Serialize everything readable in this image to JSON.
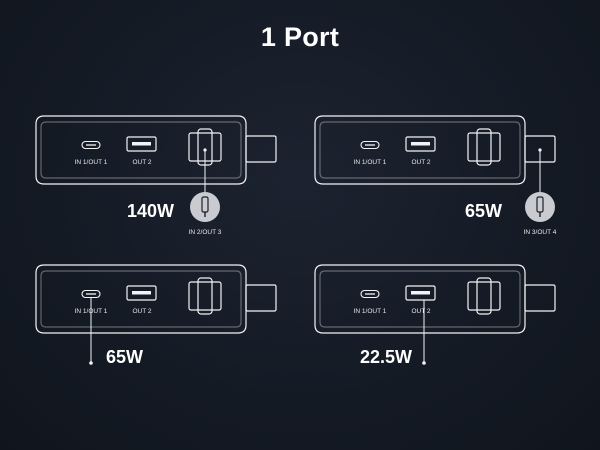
{
  "title": "1 Port",
  "colors": {
    "background": "#141a24",
    "line": "#f2f3f5",
    "badge": "#c9cbd0"
  },
  "devices": [
    {
      "id": "tl",
      "port1_label": "IN 1/OUT 1",
      "port2_label": "OUT 2",
      "wattage": "140W",
      "active_port": "IN 2/OUT 3",
      "active_label": "IN 2/OUT 3",
      "plug_icon": "usb-c-plug-icon"
    },
    {
      "id": "tr",
      "port1_label": "IN 1/OUT 1",
      "port2_label": "OUT 2",
      "wattage": "65W",
      "active_port": "IN 3/OUT 4",
      "active_label": "IN 3/OUT 4",
      "plug_icon": "usb-c-plug-icon"
    },
    {
      "id": "bl",
      "port1_label": "IN 1/OUT 1",
      "port2_label": "OUT 2",
      "wattage": "65W",
      "active_port": "IN 1/OUT 1"
    },
    {
      "id": "br",
      "port1_label": "IN 1/OUT 1",
      "port2_label": "OUT 2",
      "wattage": "22.5W",
      "active_port": "OUT 2"
    }
  ]
}
